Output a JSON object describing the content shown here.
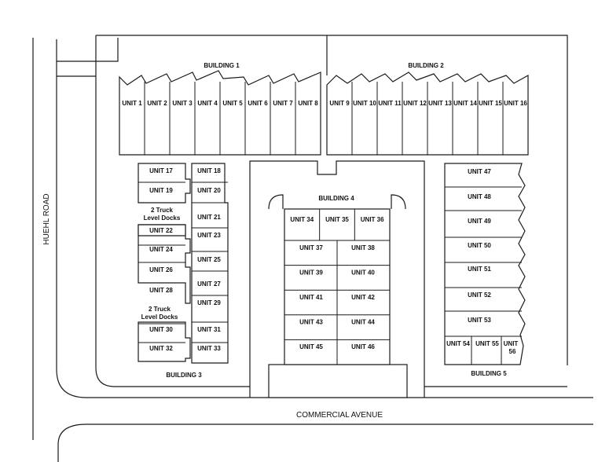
{
  "roads": {
    "west": "HUEHL ROAD",
    "south": "COMMERCIAL AVENUE"
  },
  "buildings": {
    "b1": "BUILDING 1",
    "b2": "BUILDING 2",
    "b3": "BUILDING 3",
    "b4": "BUILDING 4",
    "b5": "BUILDING 5"
  },
  "building1_units": [
    "UNIT 1",
    "UNIT 2",
    "UNIT 3",
    "UNIT 4",
    "UNIT 5",
    "UNIT 6",
    "UNIT 7",
    "UNIT 8"
  ],
  "building2_units": [
    "UNIT 9",
    "UNIT 10",
    "UNIT 11",
    "UNIT 12",
    "UNIT 13",
    "UNIT 14",
    "UNIT 15",
    "UNIT 16"
  ],
  "building3": {
    "left_units": [
      "UNIT 17",
      "UNIT 19",
      "UNIT 22",
      "UNIT 24",
      "UNIT 26",
      "UNIT 28",
      "UNIT 30",
      "UNIT 32"
    ],
    "right_units": [
      "UNIT 18",
      "UNIT 20",
      "UNIT 21",
      "UNIT 23",
      "UNIT 25",
      "UNIT 27",
      "UNIT 29",
      "UNIT 31",
      "UNIT 33"
    ],
    "docks_1": [
      "2 Truck",
      "Level Docks"
    ],
    "docks_2": [
      "2 Truck",
      "Level Docks"
    ]
  },
  "building4": {
    "top_units": [
      "UNIT 34",
      "UNIT 35",
      "UNIT 36"
    ],
    "left_units": [
      "UNIT 37",
      "UNIT 39",
      "UNIT 41",
      "UNIT 43",
      "UNIT 45"
    ],
    "right_units": [
      "UNIT 38",
      "UNIT 40",
      "UNIT 42",
      "UNIT 44",
      "UNIT 46"
    ]
  },
  "building5": {
    "units": [
      "UNIT 47",
      "UNIT 48",
      "UNIT 49",
      "UNIT 50",
      "UNIT 51",
      "UNIT 52",
      "UNIT 53"
    ],
    "bottom_units": [
      "UNIT 54",
      "UNIT 55"
    ],
    "last_unit": [
      "UNIT",
      "56"
    ]
  }
}
